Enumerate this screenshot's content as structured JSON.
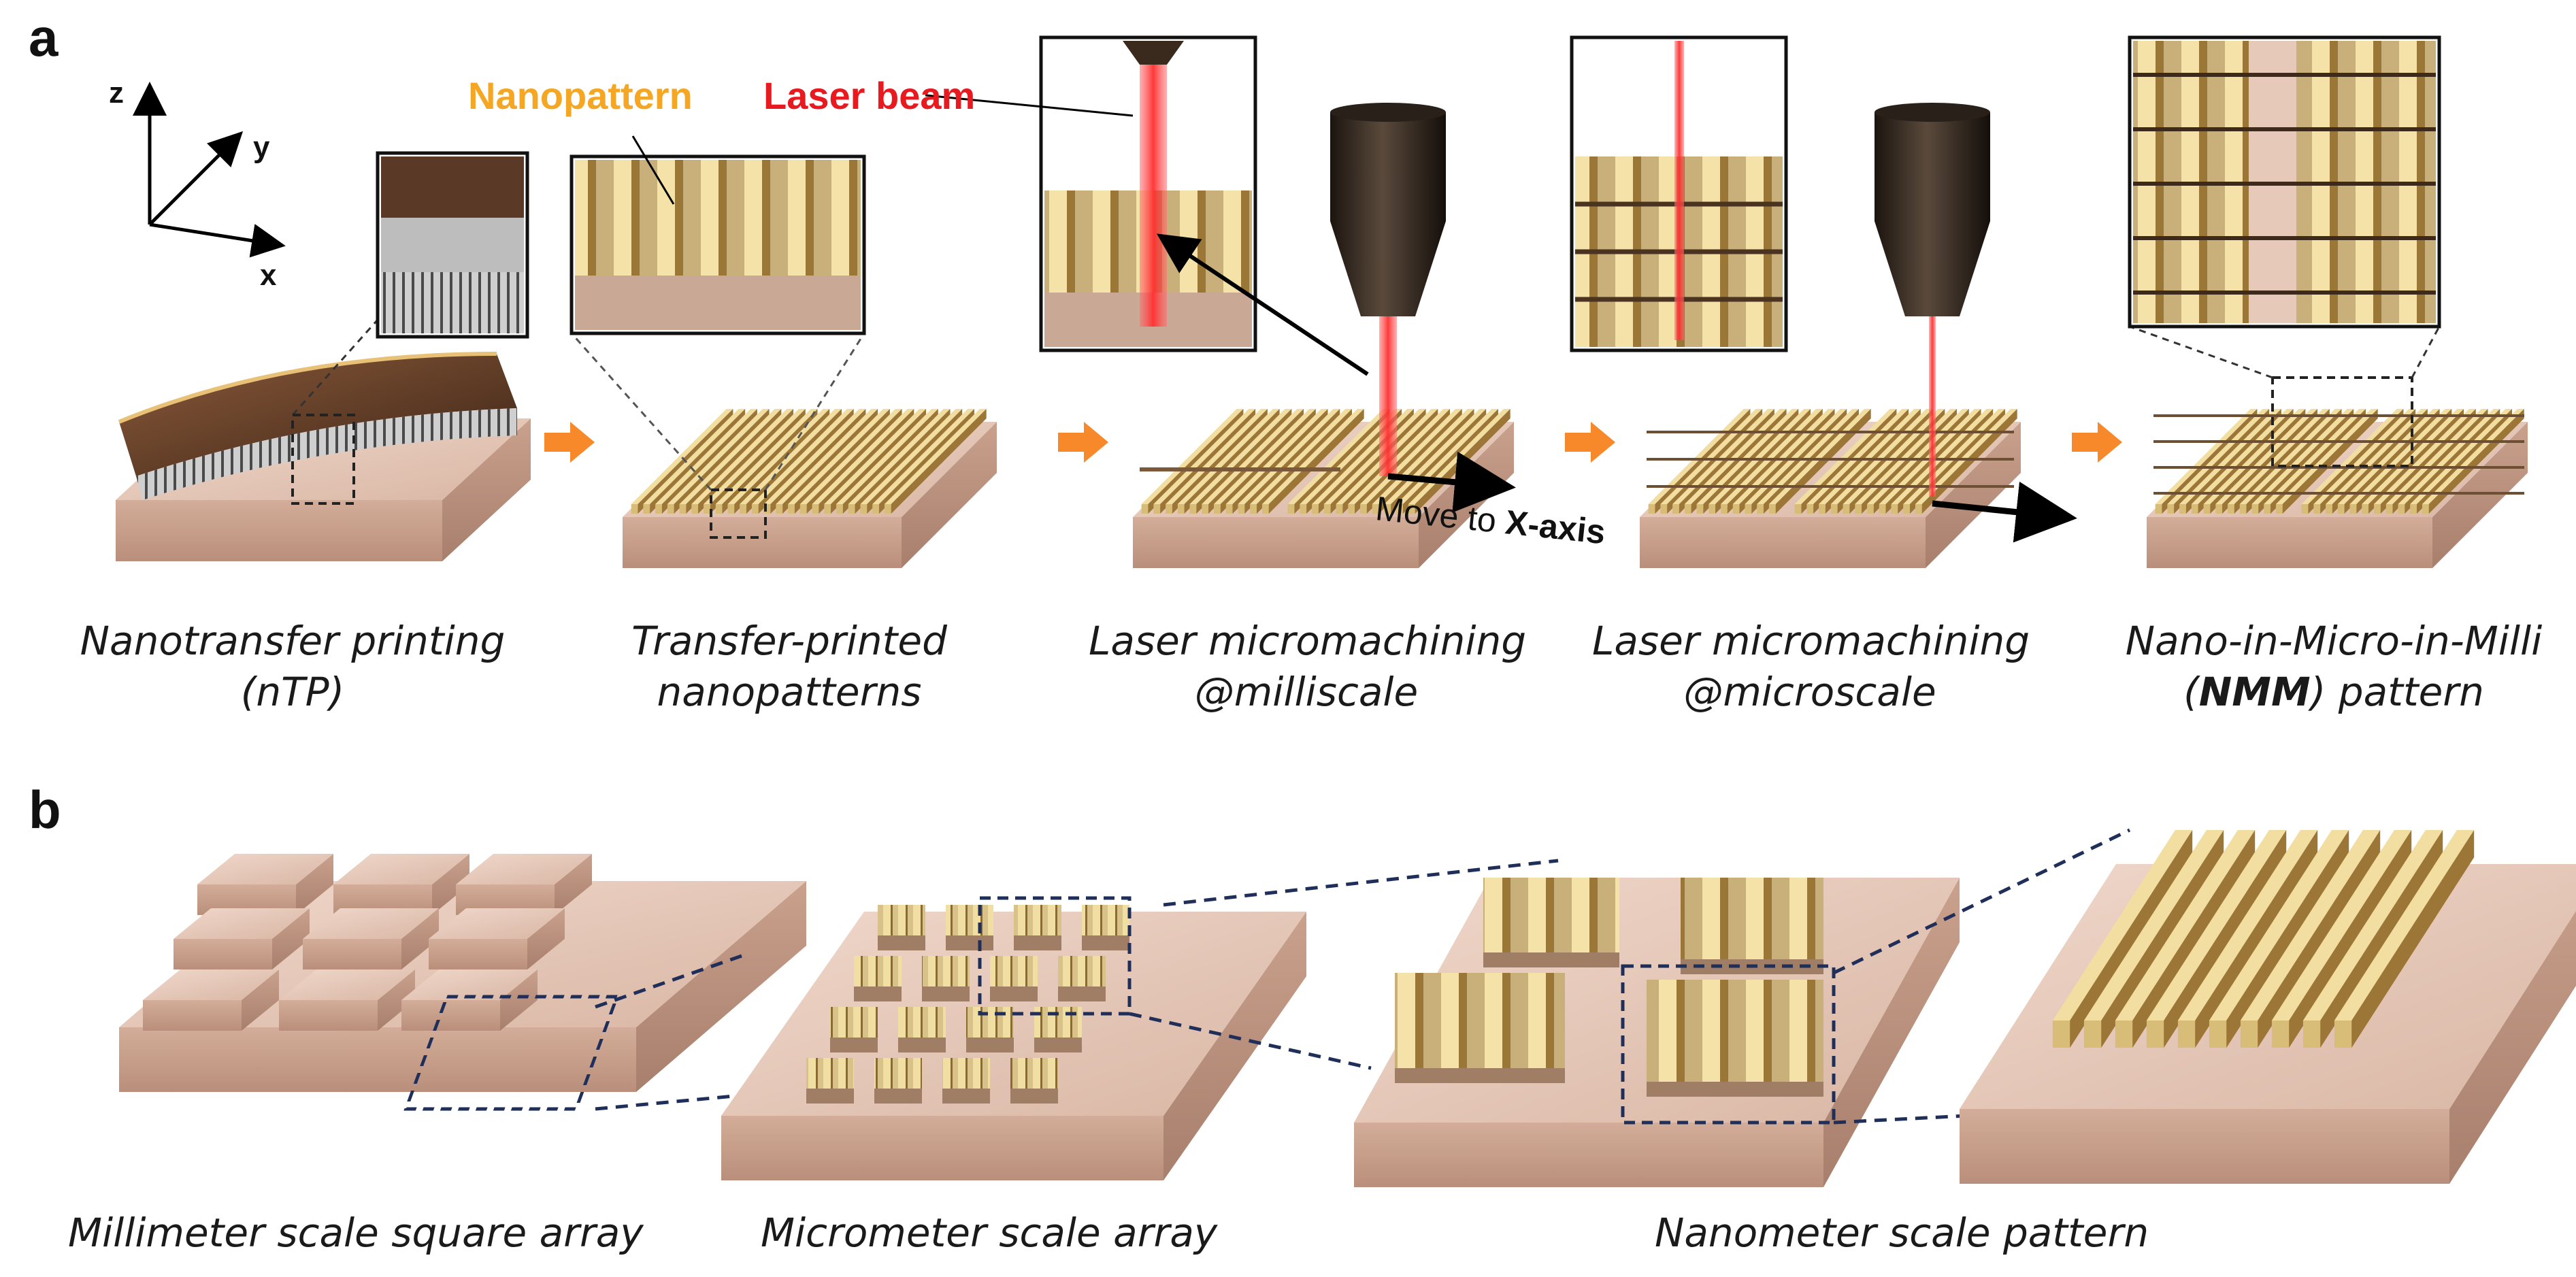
{
  "panel_a": {
    "label": "a",
    "axes": {
      "z": "z",
      "y": "y",
      "x": "x"
    },
    "callouts": {
      "nanopattern": "Nanopattern",
      "laser_beam": "Laser beam"
    },
    "move_label": {
      "prefix": "Move to ",
      "axis": "X-axis"
    },
    "steps": [
      {
        "line1": "Nanotransfer printing",
        "line2": "(nTP)"
      },
      {
        "line1": "Transfer-printed",
        "line2": "nanopatterns"
      },
      {
        "line1": "Laser micromachining",
        "line2": "@milliscale"
      },
      {
        "line1": "Laser micromachining",
        "line2": "@microscale"
      },
      {
        "line1": "Nano-in-Micro-in-Milli",
        "line2_open": "(",
        "line2_bold": "NMM",
        "line2_rest": ") pattern"
      }
    ]
  },
  "panel_b": {
    "label": "b",
    "captions": [
      "Millimeter scale square array",
      "Micrometer scale array",
      "Nanometer scale pattern"
    ]
  },
  "colors": {
    "substrate": "#e2c3b3",
    "substrate_side": "#c49e8b",
    "gold": "#e7cf8e",
    "gold_dark": "#a9833e",
    "laser": "#ff3a3a",
    "arrow": "#f7892a",
    "nanopattern_label": "#f5a623",
    "laser_label": "#e8191f",
    "dashed": "#1f2f5a"
  }
}
